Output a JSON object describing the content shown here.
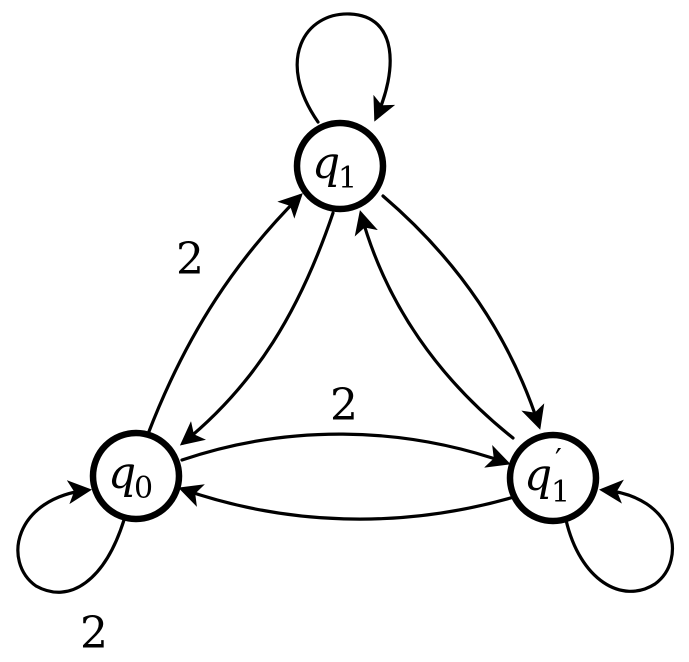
{
  "nodes": {
    "q0": {
      "label": "q",
      "sub": "0",
      "prime": ""
    },
    "q1": {
      "label": "q",
      "sub": "1",
      "prime": ""
    },
    "q1p": {
      "label": "q",
      "sub": "1",
      "prime": "′"
    }
  },
  "edges": [
    {
      "from": "q1",
      "to": "q1",
      "label": ""
    },
    {
      "from": "q0",
      "to": "q0",
      "label": "2"
    },
    {
      "from": "q1p",
      "to": "q1p",
      "label": ""
    },
    {
      "from": "q0",
      "to": "q1",
      "label": "2"
    },
    {
      "from": "q1",
      "to": "q0",
      "label": ""
    },
    {
      "from": "q1",
      "to": "q1p",
      "label": ""
    },
    {
      "from": "q1p",
      "to": "q1",
      "label": ""
    },
    {
      "from": "q0",
      "to": "q1p",
      "label": "2"
    },
    {
      "from": "q1p",
      "to": "q0",
      "label": ""
    }
  ]
}
